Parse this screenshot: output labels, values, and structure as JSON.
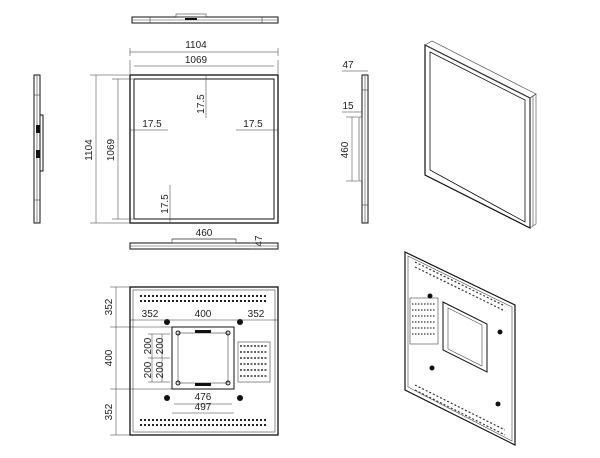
{
  "drawing": {
    "front_view": {
      "outer_width": "1104",
      "inner_width": "1069",
      "outer_height": "1104",
      "inner_height": "1069",
      "bezel_top": "17.5",
      "bezel_left": "17.5",
      "bezel_right": "17.5",
      "bezel_bottom": "17.5"
    },
    "bottom_view": {
      "bracket_width": "460",
      "depth": "47"
    },
    "right_view": {
      "depth": "47",
      "offset": "15",
      "bracket_height": "460"
    },
    "rear_view": {
      "left_margin": "352",
      "center_span": "400",
      "right_margin": "352",
      "top_margin": "352",
      "middle_span": "400",
      "bottom_margin": "352",
      "vesa_upper": "200",
      "vesa_lower": "200",
      "vesa_left": "200",
      "vesa_right": "200",
      "bracket_inner": "476",
      "bracket_outer": "497"
    }
  }
}
